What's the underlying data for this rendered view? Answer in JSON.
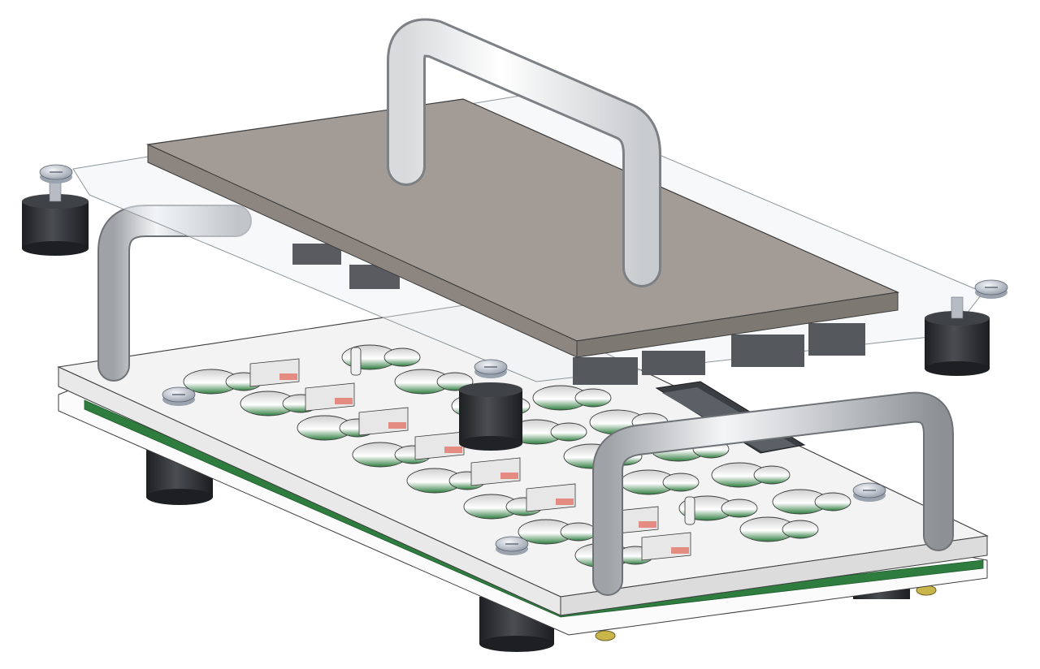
{
  "figure": {
    "kind": "exploded 3D CAD assembly",
    "background": "#ffffff",
    "colors": {
      "base_plate": "#f4f4f4",
      "pcb": "#2e7d3f",
      "top_block": "#a39c96",
      "clear_acrylic": "#e9eef0",
      "standoff": "#2d2f33",
      "handle_light": "#eceef0",
      "handle_dark": "#b9bcbf",
      "screw": "#c8cdd6",
      "contact_pad": "#e48b82",
      "connector": "#3a3d42",
      "outline": "#3c3c3c"
    },
    "parts": [
      {
        "name": "top-pressure-block",
        "icon": "weight-block"
      },
      {
        "name": "top-handle",
        "icon": "handle"
      },
      {
        "name": "clear-acrylic-frame",
        "icon": "frame"
      },
      {
        "name": "base-plate",
        "icon": "plate"
      },
      {
        "name": "pcb-layer",
        "icon": "circuit-board"
      },
      {
        "name": "front-handle",
        "icon": "handle"
      },
      {
        "name": "left-handle",
        "icon": "handle"
      },
      {
        "name": "standoffs",
        "icon": "rubber-foot"
      },
      {
        "name": "thumb-screws",
        "icon": "screw"
      },
      {
        "name": "pogo-pins",
        "icon": "pin"
      },
      {
        "name": "ribbon-connector",
        "icon": "connector"
      }
    ]
  }
}
